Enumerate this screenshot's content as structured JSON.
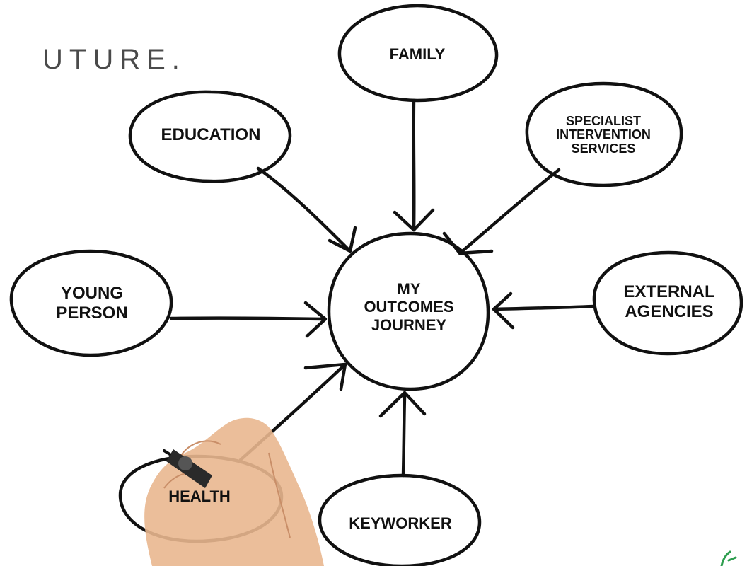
{
  "heading": "UTURE.",
  "center": {
    "lines": [
      "MY",
      "OUTCOMES",
      "JOURNEY"
    ]
  },
  "nodes": {
    "family": {
      "lines": [
        "FAMILY"
      ]
    },
    "education": {
      "lines": [
        "EDUCATION"
      ]
    },
    "specialist": {
      "lines": [
        "SPECIALIST",
        "INTERVENTION",
        "SERVICES"
      ]
    },
    "young_person": {
      "lines": [
        "YOUNG",
        "PERSON"
      ]
    },
    "external": {
      "lines": [
        "EXTERNAL",
        "AGENCIES"
      ]
    },
    "health": {
      "lines": [
        "HEALTH"
      ]
    },
    "keyworker": {
      "lines": [
        "KEYWORKER"
      ]
    }
  },
  "colors": {
    "ink": "#111111",
    "heading": "#4a4a4a",
    "skin": "#e9b78f",
    "accent": "#2e9e4f"
  },
  "icons": {
    "hand": "hand-with-marker-icon"
  }
}
